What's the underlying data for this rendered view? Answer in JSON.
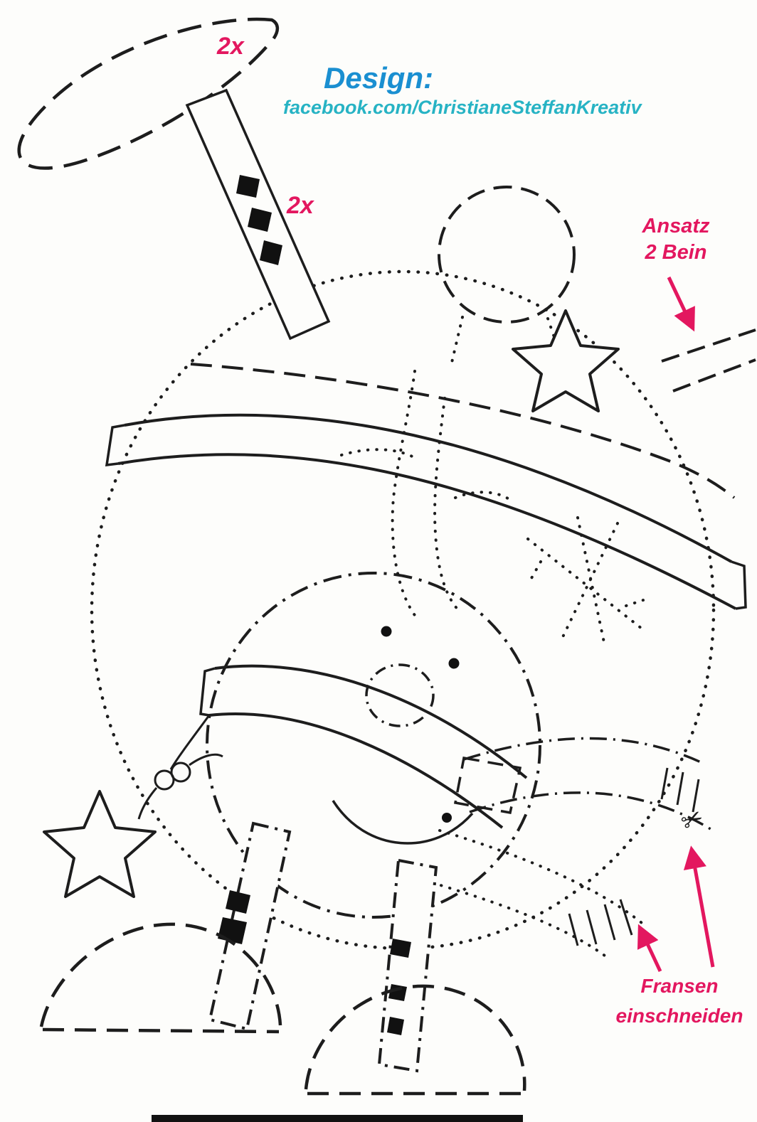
{
  "sheet": {
    "background": "#fdfdfb"
  },
  "labels": {
    "copies_top": "2x",
    "copies_strip": "2x"
  },
  "credit": {
    "heading": "Design:",
    "url": "facebook.com/ChristianeSteffanKreativ"
  },
  "notes": {
    "ansatz_line1": "Ansatz",
    "ansatz_line2": "2 Bein",
    "fransen_line1": "Fransen",
    "fransen_line2": "einschneiden"
  },
  "icons": {
    "scissors": "✂"
  },
  "colors": {
    "annotation_pink": "#e3175f",
    "design_blue": "#1a8fd1",
    "url_teal": "#27b3c4",
    "line_black": "#1d1d1d"
  }
}
